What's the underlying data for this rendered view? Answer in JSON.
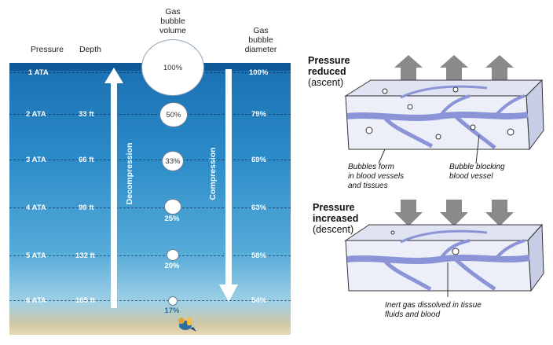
{
  "headers": {
    "pressure": "Pressure",
    "depth": "Depth",
    "volume": [
      "Gas",
      "bubble",
      "volume"
    ],
    "diameter": [
      "Gas",
      "bubble",
      "diameter"
    ]
  },
  "levels": [
    {
      "pressure": "1 ATA",
      "depth": "",
      "volume": "100%",
      "diameter": "100%"
    },
    {
      "pressure": "2 ATA",
      "depth": "33 ft",
      "volume": "50%",
      "diameter": "79%"
    },
    {
      "pressure": "3 ATA",
      "depth": "66 ft",
      "volume": "33%",
      "diameter": "69%"
    },
    {
      "pressure": "4 ATA",
      "depth": "99 ft",
      "volume": "25%",
      "diameter": "63%"
    },
    {
      "pressure": "5 ATA",
      "depth": "132 ft",
      "volume": "20%",
      "diameter": "58%"
    },
    {
      "pressure": "6 ATA",
      "depth": "165 ft",
      "volume": "17%",
      "diameter": "54%"
    }
  ],
  "arrows": {
    "decompression": "Decompression",
    "compression": "Compression"
  },
  "top_panel": {
    "title_bold": [
      "Pressure",
      "reduced"
    ],
    "title_paren": "(ascent)",
    "caption_left": [
      "Bubbles form",
      "in blood vessels",
      "and tissues"
    ],
    "caption_right": [
      "Bubble blocking",
      "blood vessel"
    ]
  },
  "bottom_panel": {
    "title_bold": [
      "Pressure",
      "increased"
    ],
    "title_paren": "(descent)",
    "caption": [
      "Inert gas dissolved in tissue",
      "fluids and blood"
    ]
  },
  "colors": {
    "ocean_top": "#1a6fb0",
    "ocean_bottom": "#9fd0e6",
    "sand": "#e7d9b0",
    "vessel": "#8c94d8",
    "arrow_gray": "#8a8a8a"
  }
}
